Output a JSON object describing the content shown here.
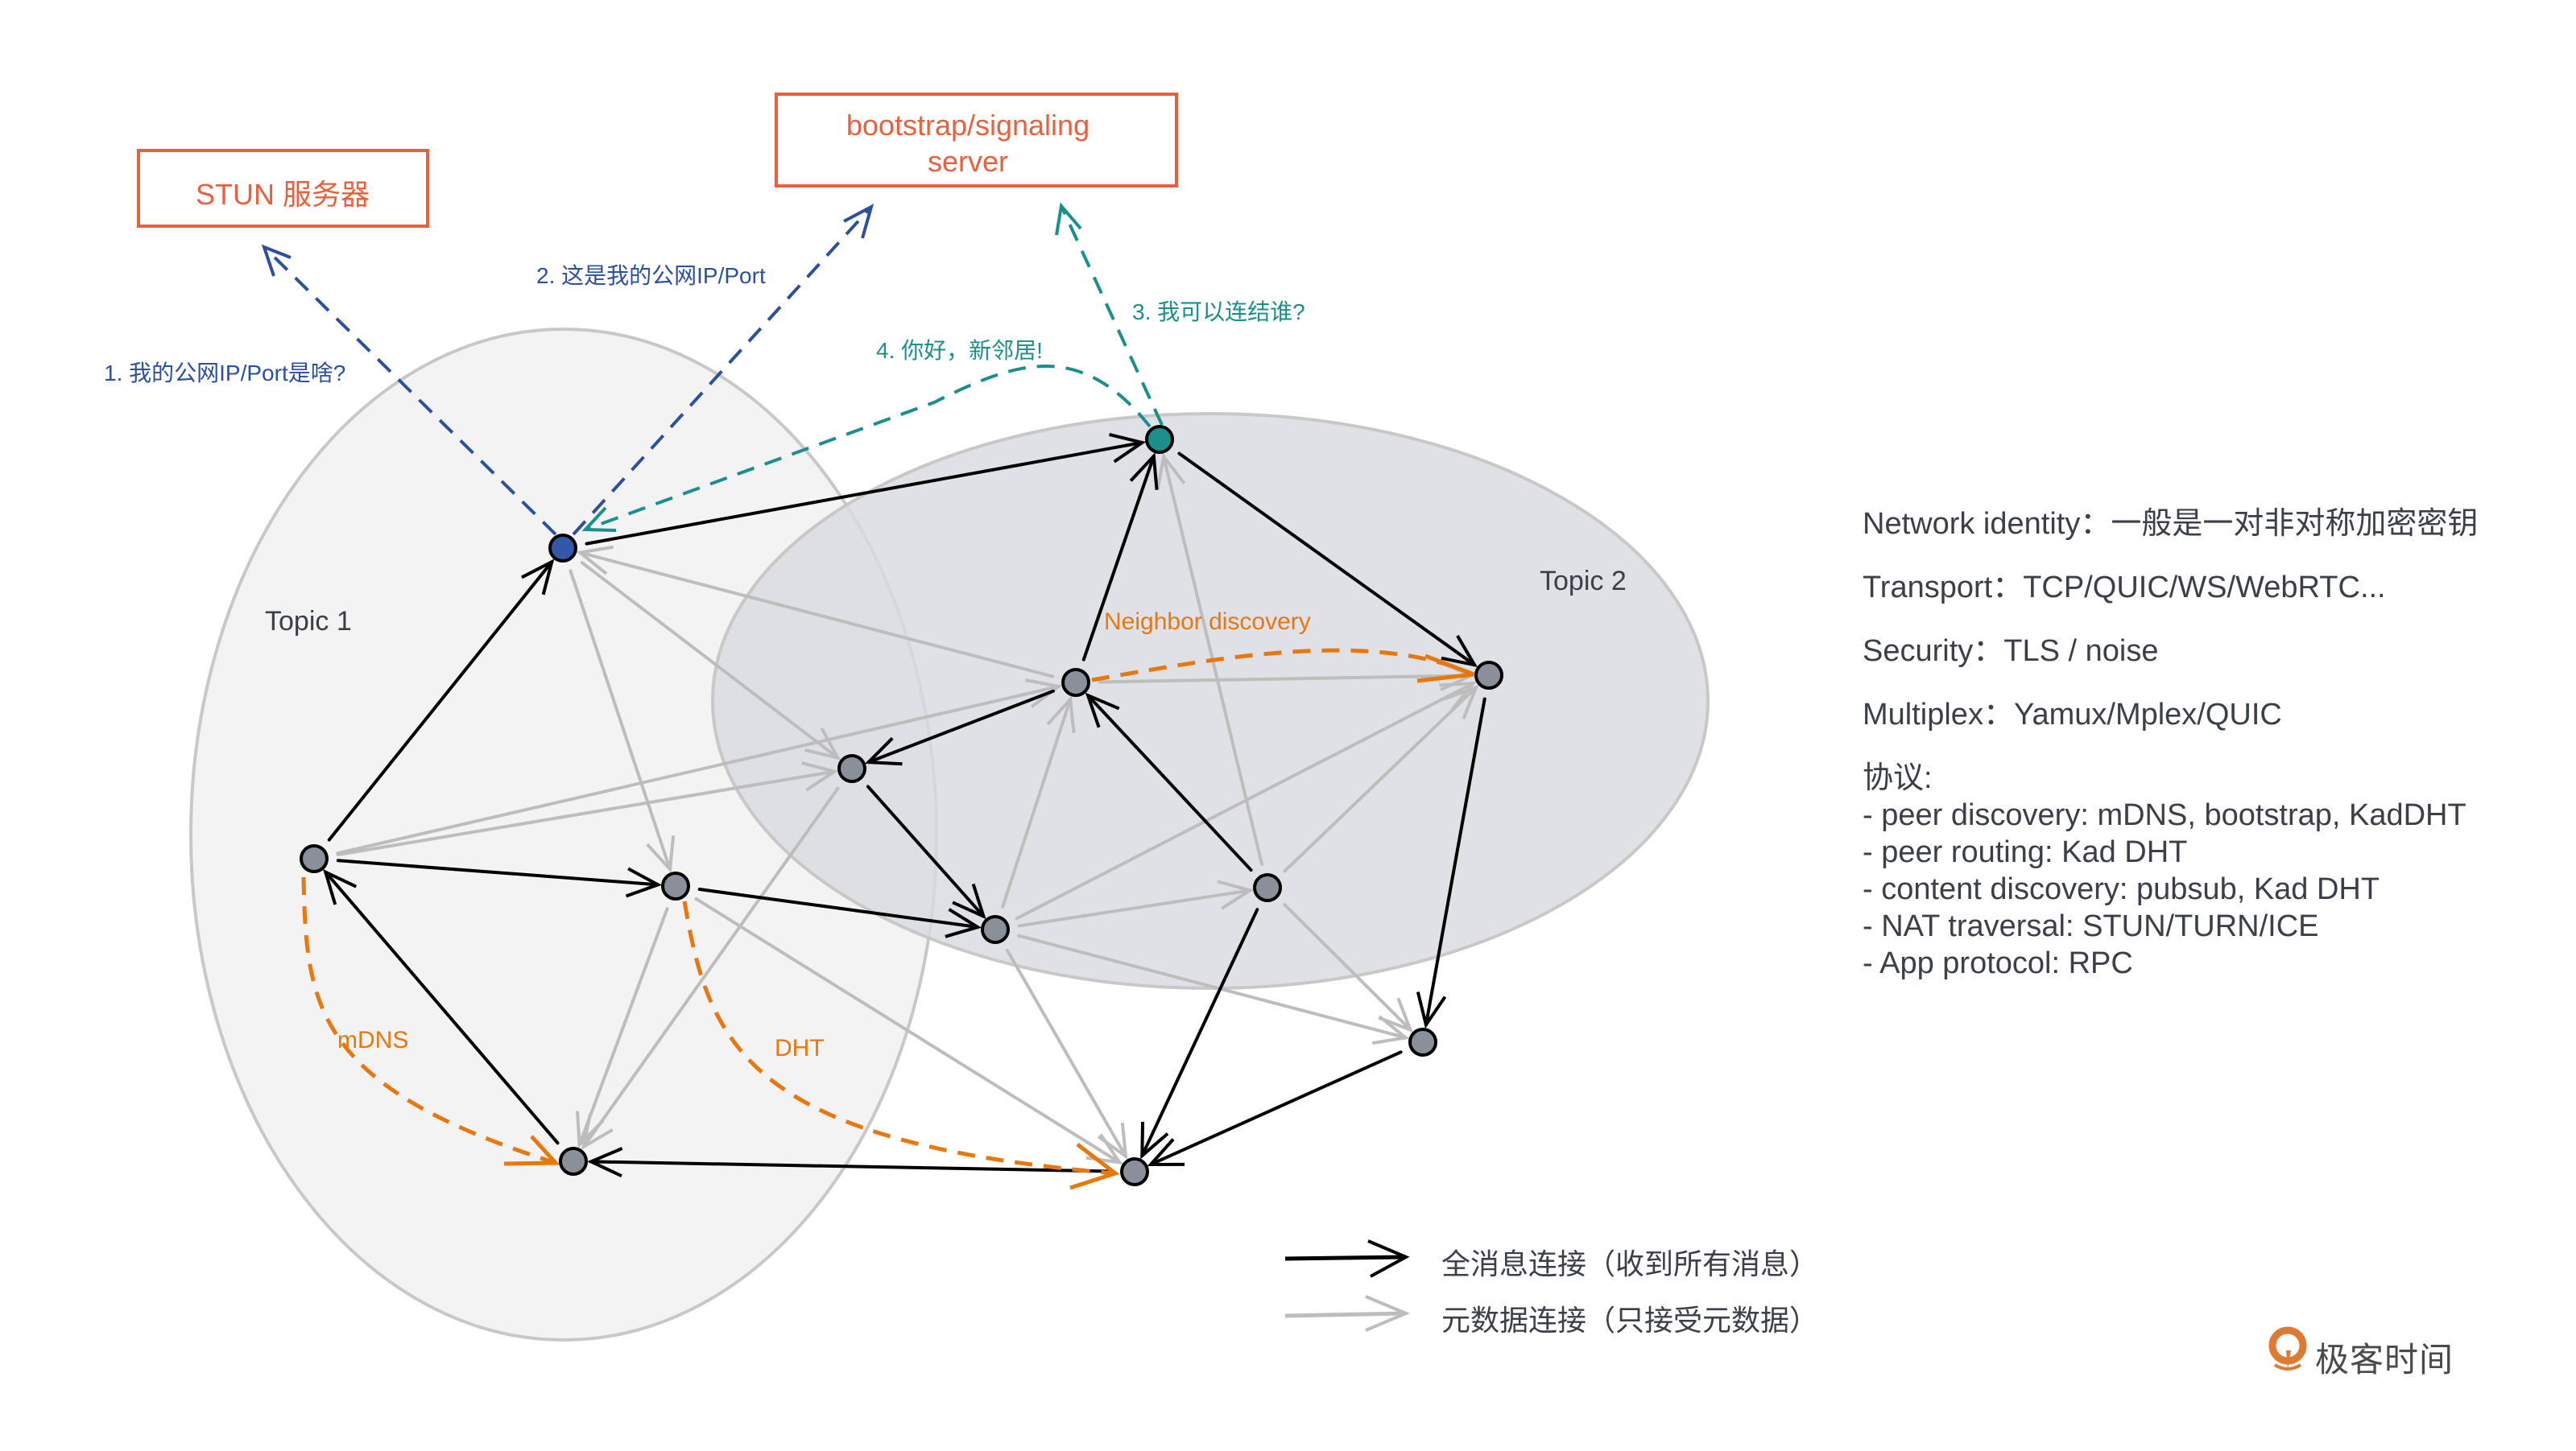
{
  "colors": {
    "server_red": "#e9603f",
    "stun_blue": "#2c4f9e",
    "signal_teal": "#1a8f8c",
    "discovery_orange": "#e8770e",
    "full_edge": "#000000",
    "meta_edge": "#bdbdbd",
    "node_fill": "#8a9099",
    "node_self": "#3358a8",
    "node_teal": "#1a8f8c",
    "topic1_fill": "#f3f3f3",
    "topic2_fill": "#dde0e5",
    "text_dark": "#3b4048"
  },
  "servers": {
    "stun": {
      "label": "STUN 服务器"
    },
    "bootstrap": {
      "line1": "bootstrap/signaling",
      "line2": "server"
    }
  },
  "steps": [
    {
      "id": "step1",
      "label": "1. 我的公网IP/Port是啥?",
      "color": "stun_blue"
    },
    {
      "id": "step2",
      "label": "2. 这是我的公网IP/Port",
      "color": "stun_blue"
    },
    {
      "id": "step3",
      "label": "3. 我可以连结谁?",
      "color": "signal_teal"
    },
    {
      "id": "step4",
      "label": "4. 你好，新邻居!",
      "color": "signal_teal"
    }
  ],
  "topics": [
    {
      "id": "topic1",
      "label": "Topic 1"
    },
    {
      "id": "topic2",
      "label": "Topic 2"
    }
  ],
  "discovery_labels": {
    "neighbor": "Neighbor discovery",
    "mdns": "mDNS",
    "dht": "DHT"
  },
  "nodes": [
    {
      "id": "A",
      "kind": "self"
    },
    {
      "id": "B",
      "kind": "teal"
    },
    {
      "id": "C",
      "kind": "peer"
    },
    {
      "id": "D",
      "kind": "peer"
    },
    {
      "id": "E",
      "kind": "peer"
    },
    {
      "id": "F",
      "kind": "peer"
    },
    {
      "id": "G",
      "kind": "peer"
    },
    {
      "id": "H",
      "kind": "peer"
    },
    {
      "id": "I",
      "kind": "peer"
    },
    {
      "id": "J",
      "kind": "peer"
    },
    {
      "id": "K",
      "kind": "peer"
    },
    {
      "id": "L",
      "kind": "peer"
    }
  ],
  "edges_full": [
    [
      "F",
      "A"
    ],
    [
      "A",
      "B"
    ],
    [
      "C",
      "B"
    ],
    [
      "B",
      "D"
    ],
    [
      "C",
      "E"
    ],
    [
      "E",
      "H"
    ],
    [
      "F",
      "G"
    ],
    [
      "G",
      "H"
    ],
    [
      "I",
      "C"
    ],
    [
      "D",
      "J"
    ],
    [
      "I",
      "L"
    ],
    [
      "J",
      "L"
    ],
    [
      "L",
      "K"
    ],
    [
      "K",
      "F"
    ]
  ],
  "edges_meta": [
    [
      "C",
      "A"
    ],
    [
      "A",
      "E"
    ],
    [
      "A",
      "G"
    ],
    [
      "F",
      "C"
    ],
    [
      "F",
      "E"
    ],
    [
      "C",
      "D"
    ],
    [
      "H",
      "C"
    ],
    [
      "I",
      "B"
    ],
    [
      "H",
      "I"
    ],
    [
      "H",
      "D"
    ],
    [
      "I",
      "D"
    ],
    [
      "I",
      "J"
    ],
    [
      "H",
      "J"
    ],
    [
      "H",
      "L"
    ],
    [
      "G",
      "L"
    ],
    [
      "G",
      "K"
    ],
    [
      "E",
      "K"
    ]
  ],
  "info": {
    "rows": [
      "Network identity：一般是一对非对称加密密钥",
      "Transport：TCP/QUIC/WS/WebRTC...",
      "Security：TLS / noise",
      "Multiplex：Yamux/Mplex/QUIC"
    ],
    "protocol_title": "协议:",
    "protocols": [
      "- peer discovery: mDNS, bootstrap, KadDHT",
      "- peer routing: Kad DHT",
      "- content discovery: pubsub, Kad DHT",
      "- NAT traversal: STUN/TURN/ICE",
      "- App protocol: RPC"
    ]
  },
  "legend": {
    "full": "全消息连接（收到所有消息）",
    "meta": "元数据连接（只接受元数据）"
  },
  "brand": {
    "name": "极客时间"
  }
}
